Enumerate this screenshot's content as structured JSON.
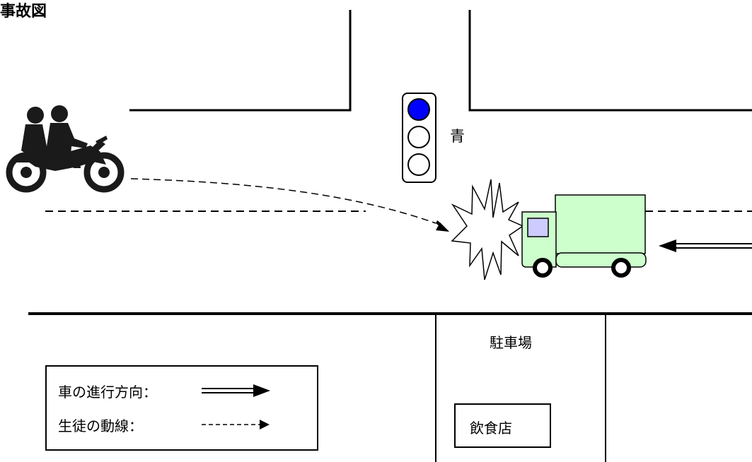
{
  "title": "事故図",
  "signal": {
    "state_label": "青",
    "active_light": "blue",
    "active_color": "#0000ff"
  },
  "parking": {
    "label": "駐車場"
  },
  "restaurant": {
    "label": "飲食店"
  },
  "legend": {
    "vehicle_direction_label": "車の進行方向：",
    "student_path_label": "生徒の動線："
  },
  "colors": {
    "truck_body": "#ccffcc",
    "truck_window": "#ccccff",
    "signal_light_on": "#0000ff",
    "line": "#000000"
  },
  "icons": [
    "motorcycle-with-two-riders-icon",
    "traffic-signal-icon",
    "collision-burst-icon",
    "truck-icon"
  ]
}
